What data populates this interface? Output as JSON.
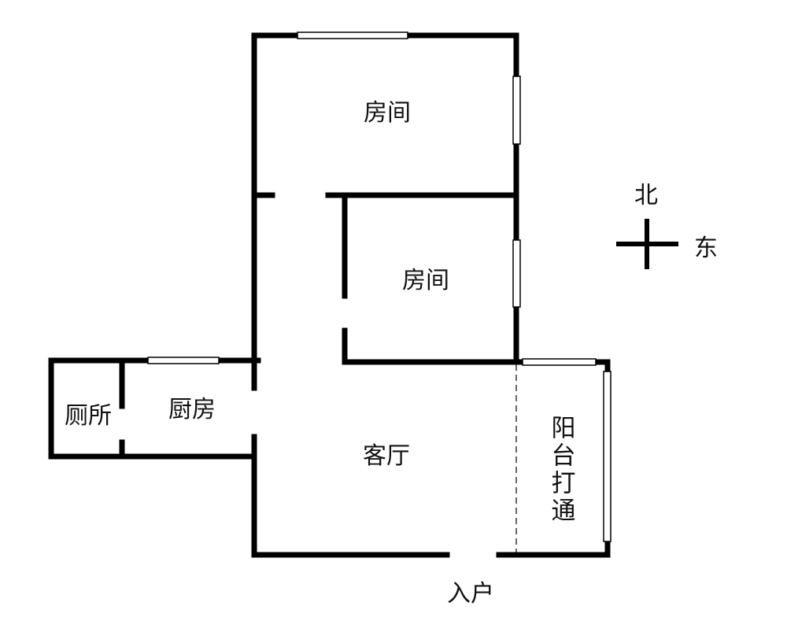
{
  "rooms": {
    "bedroom_north": "房间",
    "bedroom_south": "房间",
    "toilet": "厕所",
    "kitchen": "厨房",
    "living_room": "客厅",
    "balcony": "阳台打通"
  },
  "entrance": "入户",
  "compass": {
    "north": "北",
    "east": "东"
  },
  "colors": {
    "wall": "#000000",
    "background": "#ffffff"
  }
}
